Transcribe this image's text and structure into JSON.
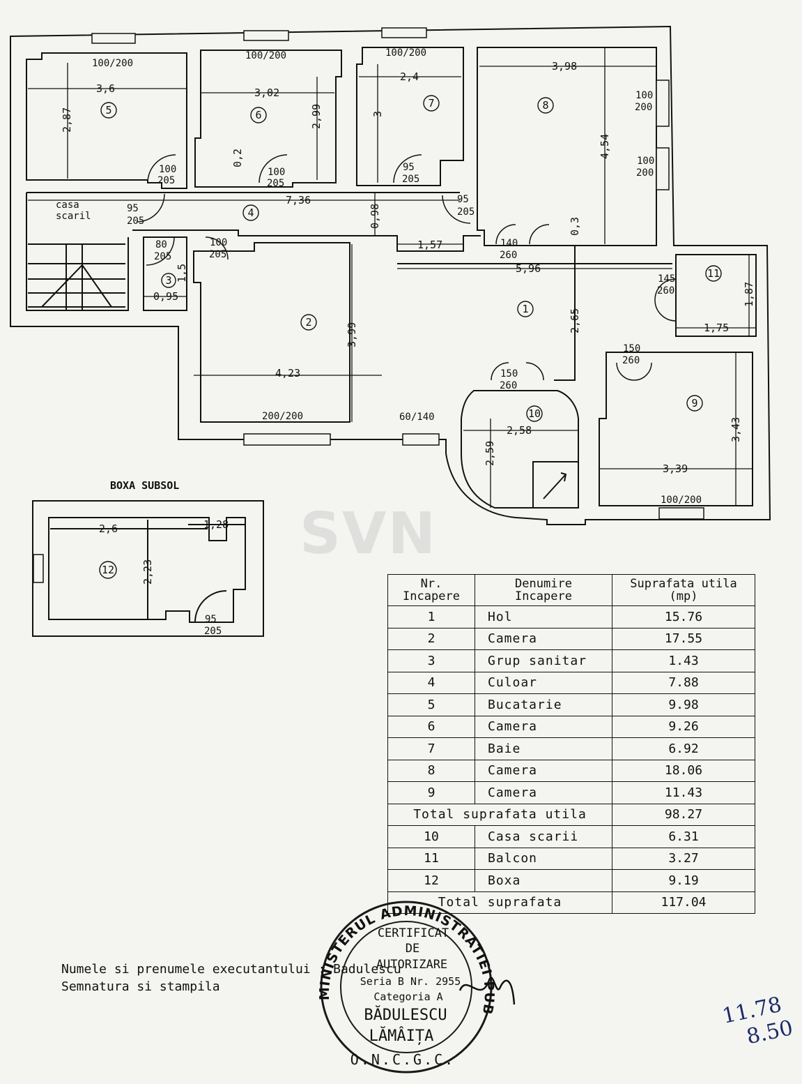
{
  "rooms": {
    "r1": "1",
    "r2": "2",
    "r3": "3",
    "r4": "4",
    "r5": "5",
    "r6": "6",
    "r7": "7",
    "r8": "8",
    "r9": "9",
    "r10": "10",
    "r11": "11",
    "r12": "12"
  },
  "dimensions": {
    "d5_w": "3,6",
    "d5_h": "2,87",
    "d6_w": "3,02",
    "d6_h": "2,99",
    "d6_small": "0,2",
    "d7_w": "2,4",
    "d7_h": "3",
    "d8_w": "3,98",
    "d8_h": "4,54",
    "d4_w": "7,36",
    "d4_h": "0,98",
    "d_157": "1,57",
    "d_03": "0,3",
    "d1_w": "5,96",
    "d1_h": "2,65",
    "d3_w": "0,95",
    "d3_h": "1,5",
    "d2_w": "4,23",
    "d2_h": "3,99",
    "d10_w": "2,58",
    "d10_h": "2,59",
    "d11_w": "1,75",
    "d11_h": "1,87",
    "d9_w": "3,39",
    "d9_h": "3,43",
    "d12_w": "2,6",
    "d12_h": "2,23",
    "d12_w2": "1,28"
  },
  "openings": {
    "w5": "100/200",
    "w6": "100/200",
    "w7": "100/200",
    "w8a_1": "100",
    "w8a_2": "200",
    "w8b_1": "100",
    "w8b_2": "200",
    "dr5_1": "100",
    "dr5_2": "205",
    "dr6_1": "100",
    "dr6_2": "205",
    "dr7_1": "95",
    "dr7_2": "205",
    "dr8_1": "95",
    "dr8_2": "205",
    "drstair_1": "95",
    "drstair_2": "205",
    "dr3_1": "80",
    "dr3_2": "205",
    "dr2_1": "100",
    "dr2_2": "205",
    "dr1_1": "140",
    "dr1_2": "260",
    "dr11_1": "145",
    "dr11_2": "260",
    "dr9_1": "150",
    "dr9_2": "260",
    "dr10_1": "150",
    "dr10_2": "260",
    "w2": "200/200",
    "w1": "60/140",
    "w9": "100/200",
    "dr12_1": "95",
    "dr12_2": "205"
  },
  "labels": {
    "casa_1": "casa",
    "casa_2": "scaril",
    "boxa_subsol": "BOXA SUBSOL"
  },
  "table": {
    "headers": {
      "h1_1": "Nr.",
      "h1_2": "Incapere",
      "h2_1": "Denumire",
      "h2_2": "Incapere",
      "h3_1": "Suprafata utila",
      "h3_2": "(mp)"
    },
    "rows": [
      {
        "nr": "1",
        "name": "Hol",
        "area": "15.76"
      },
      {
        "nr": "2",
        "name": "Camera",
        "area": "17.55"
      },
      {
        "nr": "3",
        "name": "Grup sanitar",
        "area": "1.43"
      },
      {
        "nr": "4",
        "name": "Culoar",
        "area": "7.88"
      },
      {
        "nr": "5",
        "name": "Bucatarie",
        "area": "9.98"
      },
      {
        "nr": "6",
        "name": "Camera",
        "area": "9.26"
      },
      {
        "nr": "7",
        "name": "Baie",
        "area": "6.92"
      },
      {
        "nr": "8",
        "name": "Camera",
        "area": "18.06"
      },
      {
        "nr": "9",
        "name": "Camera",
        "area": "11.43"
      }
    ],
    "total_util": {
      "label": "Total suprafata utila",
      "area": "98.27"
    },
    "rows2": [
      {
        "nr": "10",
        "name": "Casa scarii",
        "area": "6.31"
      },
      {
        "nr": "11",
        "name": "Balcon",
        "area": "3.27"
      },
      {
        "nr": "12",
        "name": "Boxa",
        "area": "9.19"
      }
    ],
    "total": {
      "label": "Total suprafata",
      "area": "117.04"
    }
  },
  "footer": {
    "line1": "Numele si prenumele executantului : Badulescu",
    "line2": "Semnatura si stampila"
  },
  "stamp": {
    "ring_text": "MINISTERUL ADMINISTRATIEI PUBLICE",
    "bottom_text": "O.N.C.G.C.",
    "line1": "CERTIFICAT",
    "line2": "DE",
    "line3": "AUTORIZARE",
    "line4": "Seria B  Nr. 2955",
    "line5": "Categoria A",
    "line6": "BĂDULESCU",
    "line7": "LĂMÂIȚA"
  },
  "watermark": "SVN",
  "handwritten": {
    "line1": "11.78",
    "line2": "8.50"
  }
}
